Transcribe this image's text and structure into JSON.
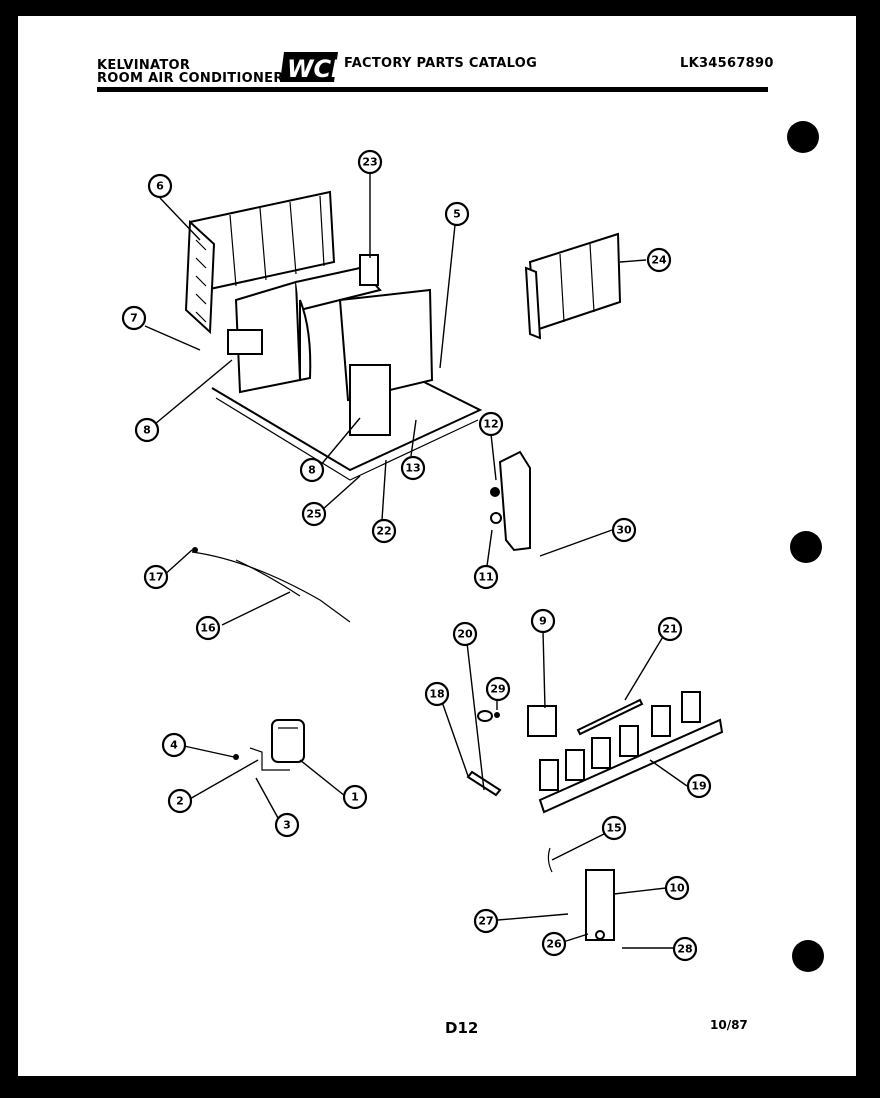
{
  "header": {
    "brand": "KELVINATOR",
    "product": "ROOM AIR CONDITIONER",
    "logo": "WCI",
    "catalog_title": "FACTORY PARTS CATALOG",
    "model_number": "LK34567890"
  },
  "footer": {
    "page_code": "D12",
    "date": "10/87"
  },
  "callouts": [
    "6",
    "7",
    "8",
    "9",
    "23",
    "5",
    "24",
    "12",
    "13",
    "22",
    "25",
    "11",
    "30",
    "17",
    "16",
    "20",
    "29",
    "19",
    "21",
    "18",
    "4",
    "1",
    "2",
    "3",
    "15",
    "10",
    "27",
    "26",
    "28"
  ]
}
